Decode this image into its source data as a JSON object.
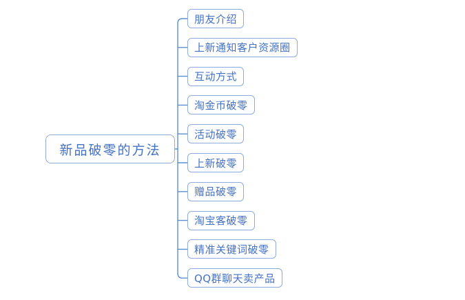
{
  "diagram": {
    "type": "mindmap",
    "orientation": "left-to-right",
    "background_color": "#ffffff",
    "node_border_color": "#8faadc",
    "node_fill_color": "#ffffff",
    "node_text_color": "#4472c4",
    "connector_color": "#5b8fd4",
    "root": {
      "label": "新品破零的方法"
    },
    "branches": [
      {
        "label": "朋友介绍"
      },
      {
        "label": "上新通知客户资源圈"
      },
      {
        "label": "互动方式"
      },
      {
        "label": "淘金币破零"
      },
      {
        "label": "活动破零"
      },
      {
        "label": "上新破零"
      },
      {
        "label": "赠品破零"
      },
      {
        "label": "淘宝客破零"
      },
      {
        "label": "精准关键词破零"
      },
      {
        "label": "QQ群聊天卖产品"
      }
    ]
  }
}
